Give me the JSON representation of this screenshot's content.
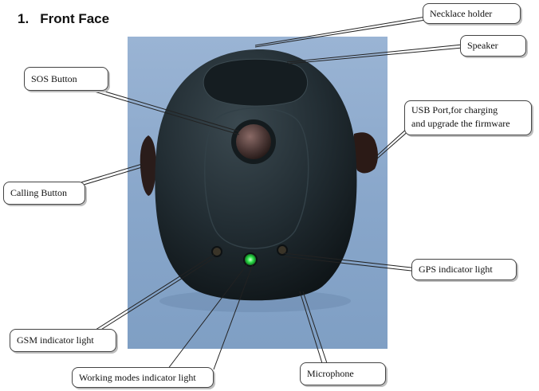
{
  "heading": {
    "number": "1.",
    "title": "Front Face"
  },
  "labels": {
    "necklace_holder": "Necklace holder",
    "speaker": "Speaker",
    "sos_button": "SOS Button",
    "usb_port_line1": "USB   Port,for   charging",
    "usb_port_line2": "and upgrade the firmware",
    "calling_button": "Calling Button",
    "gps_indicator": "GPS indicator light",
    "gsm_indicator": "GSM indicator light",
    "working_modes_indicator": "Working modes indicator light",
    "microphone": "Microphone"
  },
  "colors": {
    "device_body": "#1f2a30",
    "background_photo": "#8fabcf",
    "working_led": "#2ee04a"
  }
}
